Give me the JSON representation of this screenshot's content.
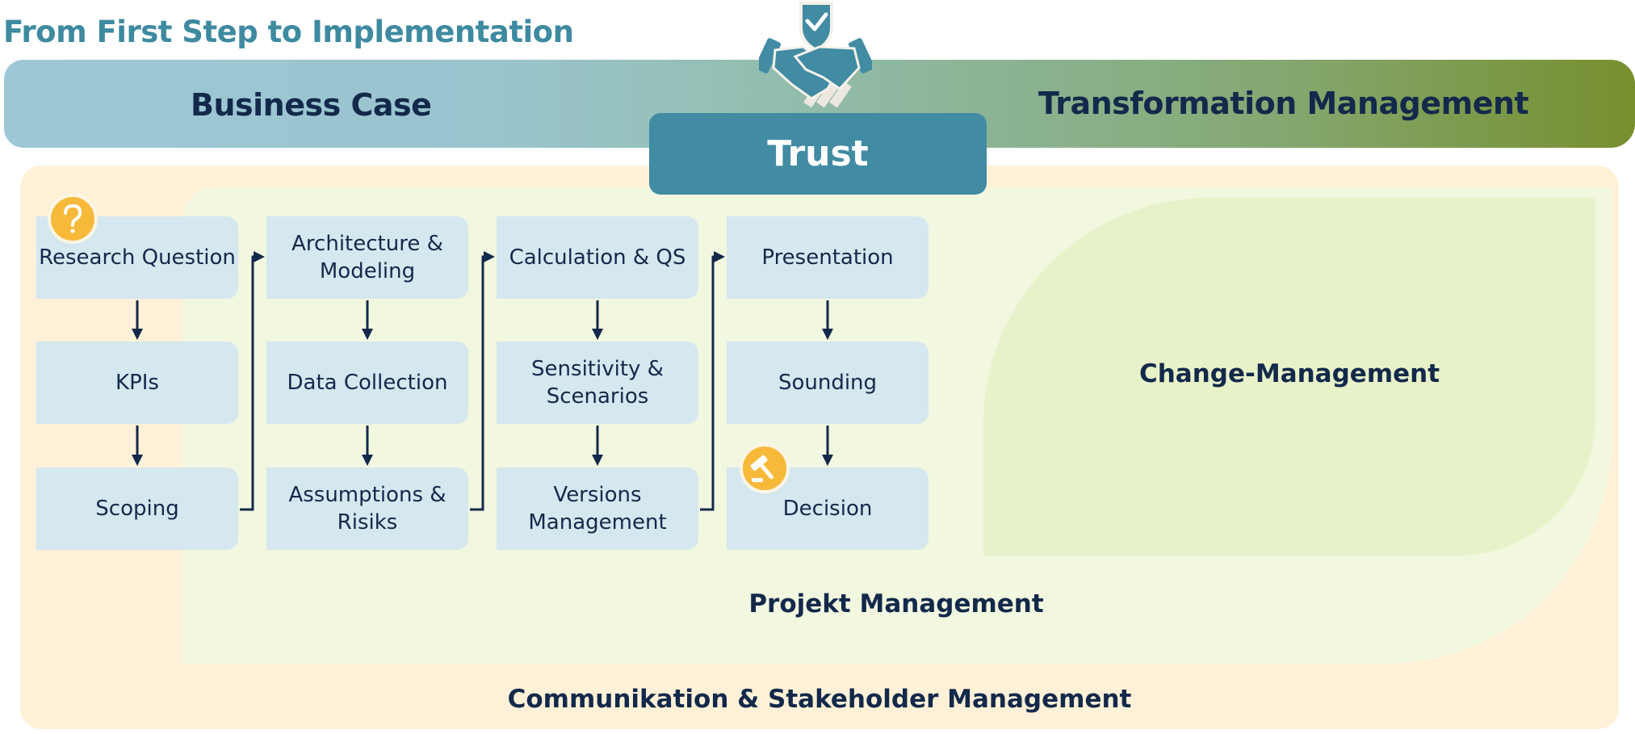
{
  "title": "From First Step to Implementation",
  "top_band": {
    "left_label": "Business Case",
    "right_label": "Transformation Management"
  },
  "trust": {
    "label": "Trust",
    "icon": "handshake-shield-icon"
  },
  "layers": {
    "outer": "Communikation & Stakeholder Management",
    "middle": "Projekt Management",
    "inner": "Change-Management"
  },
  "columns": [
    {
      "steps": [
        "Research Question",
        "KPIs",
        "Scoping"
      ]
    },
    {
      "steps": [
        "Architecture & Modeling",
        "Data Collection",
        "Assumptions & Risiks"
      ]
    },
    {
      "steps": [
        "Calculation & QS",
        "Sensitivity & Scenarios",
        "Versions Management"
      ]
    },
    {
      "steps": [
        "Presentation",
        "Sounding",
        "Decision"
      ]
    }
  ],
  "badges": {
    "start": "question-mark-icon",
    "end": "gavel-icon"
  },
  "colors": {
    "title": "#3e8aa0",
    "text_dark": "#13294b",
    "trust": "#418ba3",
    "step_fill": "#d5e7ef",
    "badge": "#f7b93a",
    "outer_fill": "#fef1d8",
    "middle_fill": "#f2f7e0",
    "inner_fill": "#e8f2c9"
  }
}
